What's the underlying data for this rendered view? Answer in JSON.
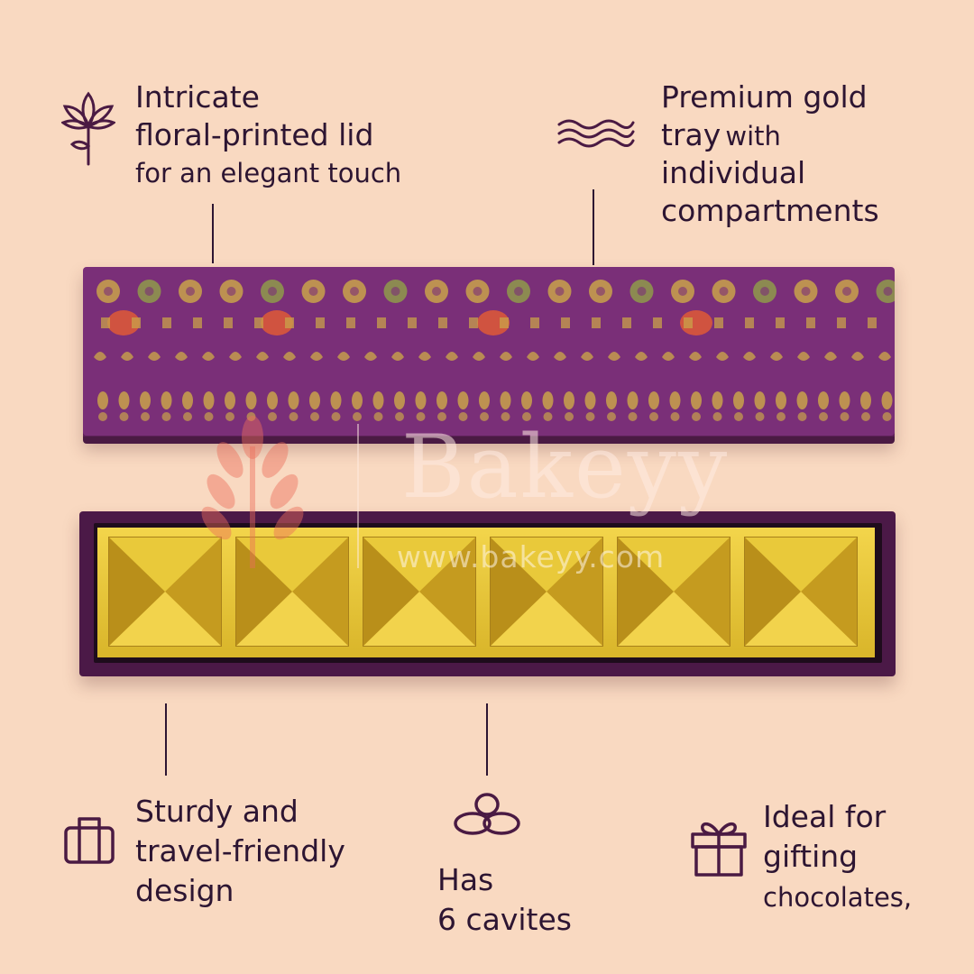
{
  "features": {
    "lid": {
      "line1": "Intricate",
      "line2": "floral-printed lid",
      "line3": "for an elegant touch",
      "icon": "flower-icon"
    },
    "tray": {
      "line1": "Premium gold",
      "line2a": "tray",
      "line2b": "with",
      "line3": "individual",
      "line4": "compartments",
      "icon": "wave-icon"
    },
    "sturdy": {
      "line1": "Sturdy and",
      "line2": "travel-friendly",
      "line3": "design",
      "icon": "bag-icon"
    },
    "cavities": {
      "line1": "Has",
      "line2": "6 cavites",
      "icon": "beans-icon"
    },
    "gifting": {
      "line1": "Ideal for",
      "line2": "gifting",
      "line3": "chocolates,",
      "icon": "gift-icon"
    }
  },
  "watermark": {
    "brand": "Bakeyy",
    "url": "www.bakeyy.com"
  },
  "product": {
    "cavity_count": 6
  },
  "colors": {
    "background": "#f9d9c1",
    "lid": "#7a2f78",
    "tray_gold": "#e8c53c",
    "text": "#2d1532",
    "pattern_gold": "#c9a24a",
    "pattern_red": "#d9583a"
  }
}
